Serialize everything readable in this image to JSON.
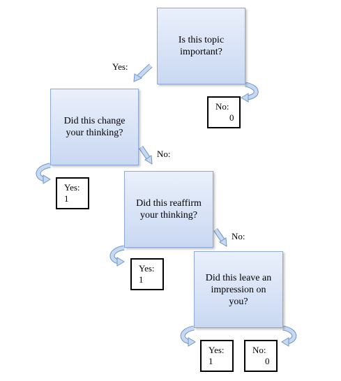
{
  "questions": {
    "q1": "Is this topic\nimportant?",
    "q2": "Did this change\nyour thinking?",
    "q3": "Did this reaffirm\nyour thinking?",
    "q4": "Did this leave an\nimpression on\nyou?"
  },
  "connectors": {
    "yes_label": "Yes:",
    "no_label": "No:"
  },
  "answers": {
    "a1": {
      "label": "No:",
      "value": "0"
    },
    "a2": {
      "label": "Yes:",
      "value": "1"
    },
    "a3": {
      "label": "Yes:",
      "value": "1"
    },
    "a4": {
      "label": "Yes:",
      "value": "1"
    },
    "a5": {
      "label": "No:",
      "value": "0"
    }
  },
  "colors": {
    "box_fill_top": "#eaf0fb",
    "box_fill_bottom": "#c9d8f2",
    "arrow_fill": "#c6d9f1",
    "arrow_stroke": "#6f95c8"
  }
}
